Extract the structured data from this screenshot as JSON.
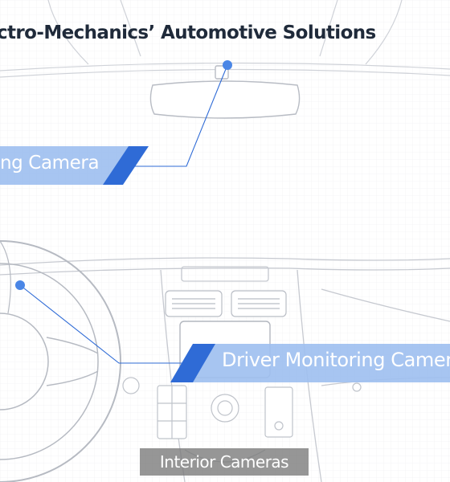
{
  "title": "ctro-Mechanics’ Automotive Solutions",
  "callouts": [
    {
      "label": "ing Camera"
    },
    {
      "label": "Driver Monitoring Camer"
    }
  ],
  "footer_label": "Interior Cameras",
  "colors": {
    "accent": "#2f6bd6",
    "accent_light": "#9dbff0",
    "title_text": "#1f2a3a",
    "line_art": "#c9ccd3",
    "footer_bg": "#7a7a7a"
  }
}
